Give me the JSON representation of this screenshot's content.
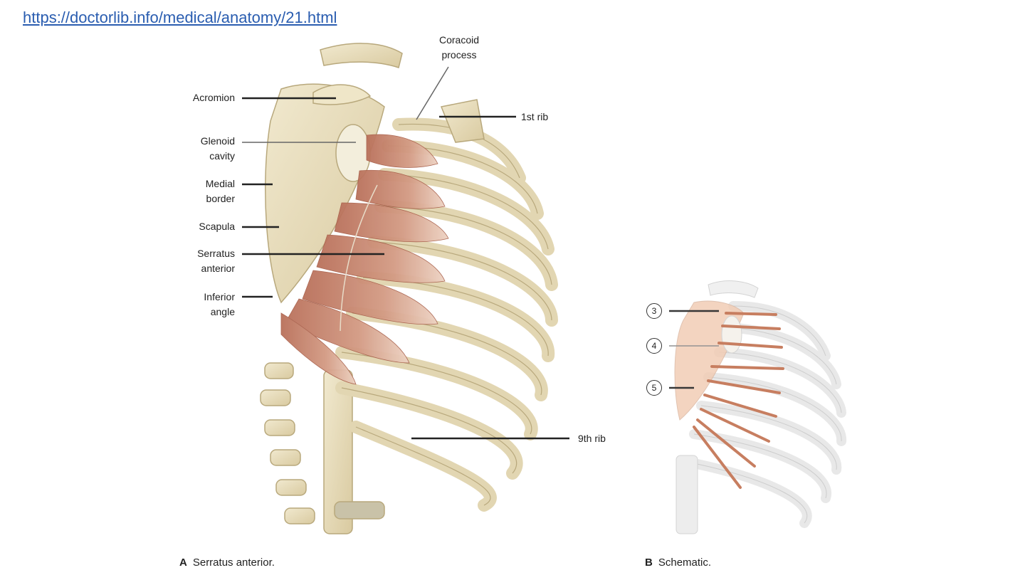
{
  "source_url": "https://doctorlib.info/medical/anatomy/21.html",
  "figure_a": {
    "labels": {
      "acromion": "Acromion",
      "coracoid": [
        "Coracoid",
        "process"
      ],
      "first_rib": "1st rib",
      "glenoid": [
        "Glenoid",
        "cavity"
      ],
      "medial_border": [
        "Medial",
        "border"
      ],
      "scapula": "Scapula",
      "serratus": [
        "Serratus",
        "anterior"
      ],
      "inferior_angle": [
        "Inferior",
        "angle"
      ],
      "ninth_rib": "9th rib"
    },
    "caption_letter": "A",
    "caption_text": "Serratus anterior."
  },
  "figure_b": {
    "markers": [
      "3",
      "4",
      "5"
    ],
    "caption_letter": "B",
    "caption_text": "Schematic."
  },
  "colors": {
    "bone": "#e9dfc0",
    "bone_outline": "#b8a87c",
    "muscle": "#c98a72",
    "muscle_light": "#e3b7a3",
    "link": "#2a5db0"
  }
}
